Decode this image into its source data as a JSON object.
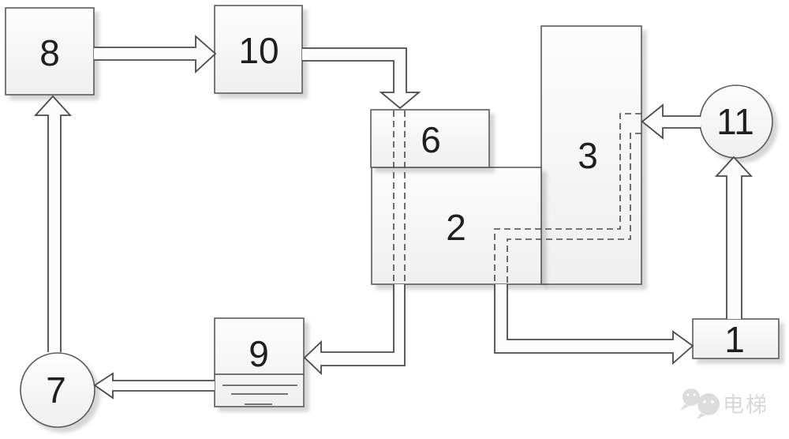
{
  "diagram": {
    "type": "flow-diagram",
    "background": "#ffffff",
    "nodes": {
      "n1": "1",
      "n2": "2",
      "n3": "3",
      "n6": "6",
      "n7": "7",
      "n8": "8",
      "n9": "9",
      "n10": "10",
      "n11": "11"
    },
    "node_shapes": {
      "n1": "rectangle",
      "n2": "rectangle-large",
      "n3": "rectangle-tall",
      "n6": "rectangle-wide",
      "n7": "circle",
      "n8": "square",
      "n9": "tank-with-liquid-level-lines",
      "n10": "square",
      "n11": "circle"
    },
    "edges": [
      {
        "from": "n8",
        "to": "n10",
        "style": "hollow-block-arrow"
      },
      {
        "from": "n10",
        "to": "n6",
        "style": "hollow-block-arrow-bent-down"
      },
      {
        "from": "n6",
        "to": "n9",
        "style": "dashed-through-n6-n2-then-solid-pipe-arrow"
      },
      {
        "from": "n9",
        "to": "n7",
        "style": "hollow-block-arrow"
      },
      {
        "from": "n7",
        "to": "n8",
        "style": "hollow-block-arrow-up"
      },
      {
        "from": "n2",
        "to": "n1",
        "style": "dashed-inside-then-solid-pipe-arrow"
      },
      {
        "from": "n1",
        "to": "n11",
        "style": "hollow-block-arrow-up"
      },
      {
        "from": "n11",
        "to": "n3",
        "style": "hollow-block-arrow-left"
      },
      {
        "from": "n3",
        "to": "n2",
        "style": "dashed-pipe-internal-L-shape"
      }
    ]
  },
  "watermark": {
    "icon": "wechat-icon",
    "text": "电梯"
  },
  "colors": {
    "line": "#4a4a4a",
    "box_border": "#5a5a5a",
    "box_fill_top": "#fdfdfd",
    "box_fill_bottom": "#efefef",
    "label": "#1f1f1f",
    "watermark": "#d8d8d8"
  }
}
